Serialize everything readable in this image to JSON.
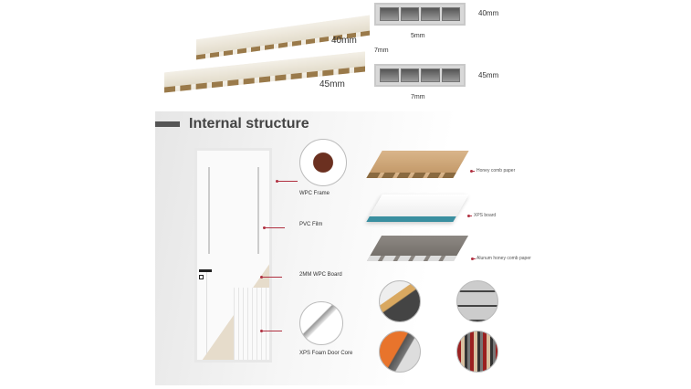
{
  "profiles": {
    "panel_40": {
      "label": "40mm",
      "height": "40mm",
      "wall": "5mm"
    },
    "panel_45": {
      "label": "45mm",
      "height": "45mm",
      "wall_top": "7mm",
      "wall_bottom": "7mm"
    }
  },
  "structure": {
    "title": "Internal structure",
    "door_labels": [
      "WPC Frame",
      "PVC Film",
      "2MM WPC Board",
      "XPS Foam Door Core"
    ],
    "core_labels": [
      "Honey comb paper",
      "XPS board",
      "Alunum honey comb paper"
    ]
  },
  "colors": {
    "pin": "#b03040",
    "title": "#444444"
  }
}
